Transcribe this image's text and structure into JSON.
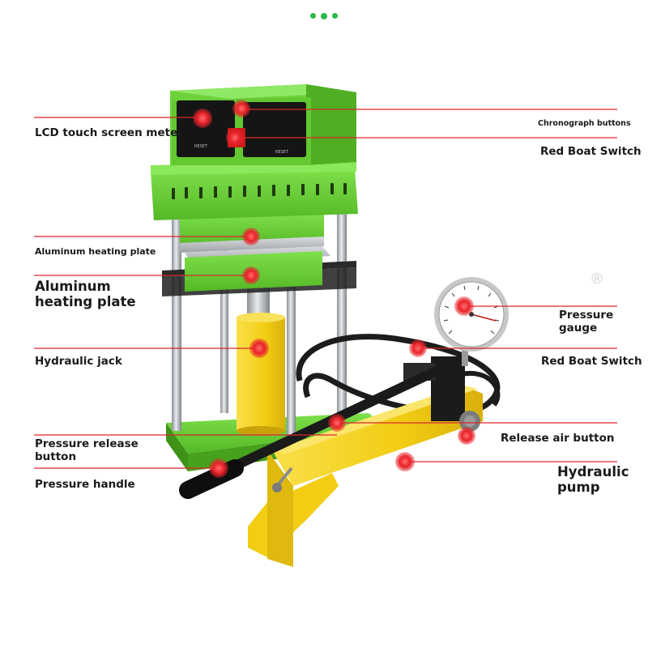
{
  "labels": {
    "lcd_meter": "LCD touch screen meter",
    "chrono_buttons": "Chronograph buttons",
    "red_boat_switch_top": "Red Boat Switch",
    "alu_plate_small": "Aluminum heating plate",
    "alu_plate_large_1": "Aluminum",
    "alu_plate_large_2": "heating plate",
    "pressure_gauge_1": "Pressure",
    "pressure_gauge_2": "gauge",
    "hydraulic_jack": "Hydraulic jack",
    "red_boat_switch_mid": "Red Boat Switch",
    "pressure_release_1": "Pressure release",
    "pressure_release_2": "button",
    "release_air": "Release air button",
    "pressure_handle": "Pressure handle",
    "hydraulic_pump_1": "Hydraulic",
    "hydraulic_pump_2": "pump"
  },
  "panel_text": {
    "reset_left": "RESET",
    "reset_right": "RESET"
  },
  "watermark": "®",
  "colors": {
    "machine_green": "#6fd23c",
    "machine_green_dark": "#4fae22",
    "pump_yellow": "#f5d21c",
    "marker_red": "#e8232a",
    "leader_red": "#d9262b",
    "text": "#1a1a1a",
    "accent_dots": "#2db84a"
  }
}
